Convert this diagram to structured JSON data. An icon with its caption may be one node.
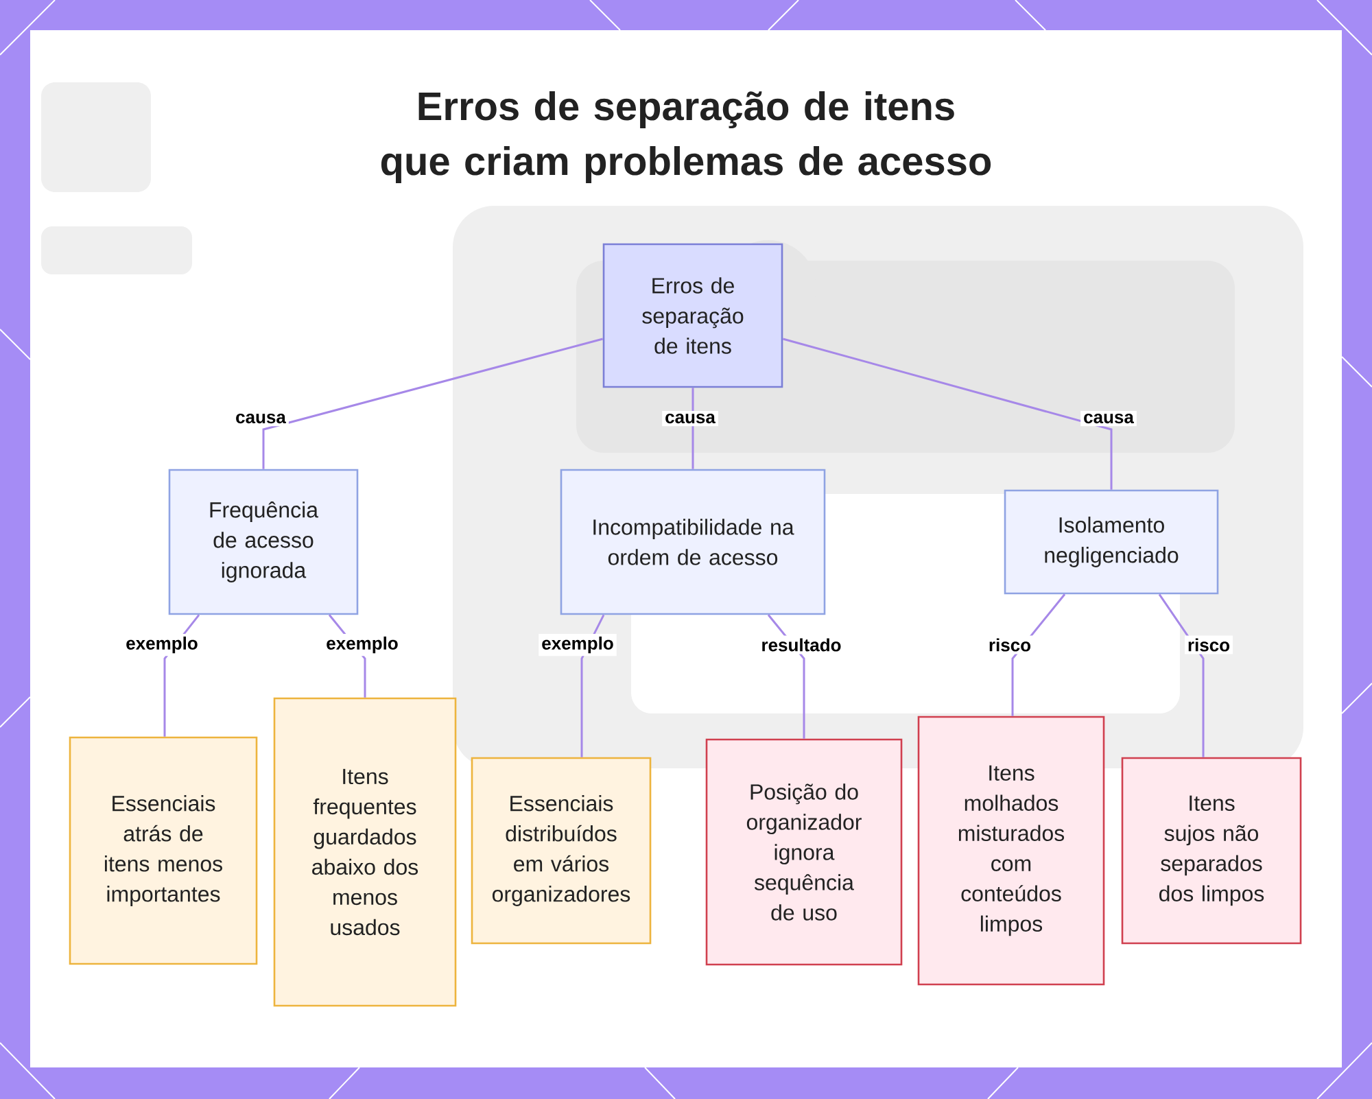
{
  "diagram": {
    "title": "Erros de separação de itens que criam problemas de acesso",
    "nodes": [
      {
        "text": [
          "Erros de separação de itens"
        ]
      },
      {
        "text": [
          "Frequência de acesso ignorada"
        ]
      },
      {
        "text": [
          "Incompatibilidade na ordem de acesso"
        ]
      },
      {
        "text": [
          "Isolamento negligenciado"
        ]
      },
      {
        "text": [
          "Essenciais atrás de itens menos importantes"
        ]
      },
      {
        "text": [
          "Itens frequentes guardados abaixo dos menos usados"
        ]
      },
      {
        "text": [
          "Essenciais distribuídos em vários organizadores"
        ]
      },
      {
        "text": [
          "Posição do organizador ignora sequência de uso"
        ]
      },
      {
        "text": [
          "Itens molhados misturados com conteúdos limpos"
        ]
      },
      {
        "text": [
          "Itens sujos não separados dos limpos"
        ]
      }
    ],
    "edges": [
      {
        "from": 0,
        "to": 1,
        "arrow": "none",
        "label": "causa"
      },
      {
        "from": 0,
        "to": 2,
        "arrow": "none",
        "label": "causa"
      },
      {
        "from": 0,
        "to": 3,
        "arrow": "none",
        "label": "causa"
      },
      {
        "from": 1,
        "to": 4,
        "arrow": "none",
        "label": "exemplo"
      },
      {
        "from": 1,
        "to": 5,
        "arrow": "none",
        "label": "exemplo"
      },
      {
        "from": 2,
        "to": 6,
        "arrow": "none",
        "label": "exemplo"
      },
      {
        "from": 2,
        "to": 7,
        "arrow": "none",
        "label": "resultado"
      },
      {
        "from": 3,
        "to": 8,
        "arrow": "none",
        "label": "risco"
      },
      {
        "from": 3,
        "to": 9,
        "arrow": "none",
        "label": "risco"
      }
    ]
  }
}
